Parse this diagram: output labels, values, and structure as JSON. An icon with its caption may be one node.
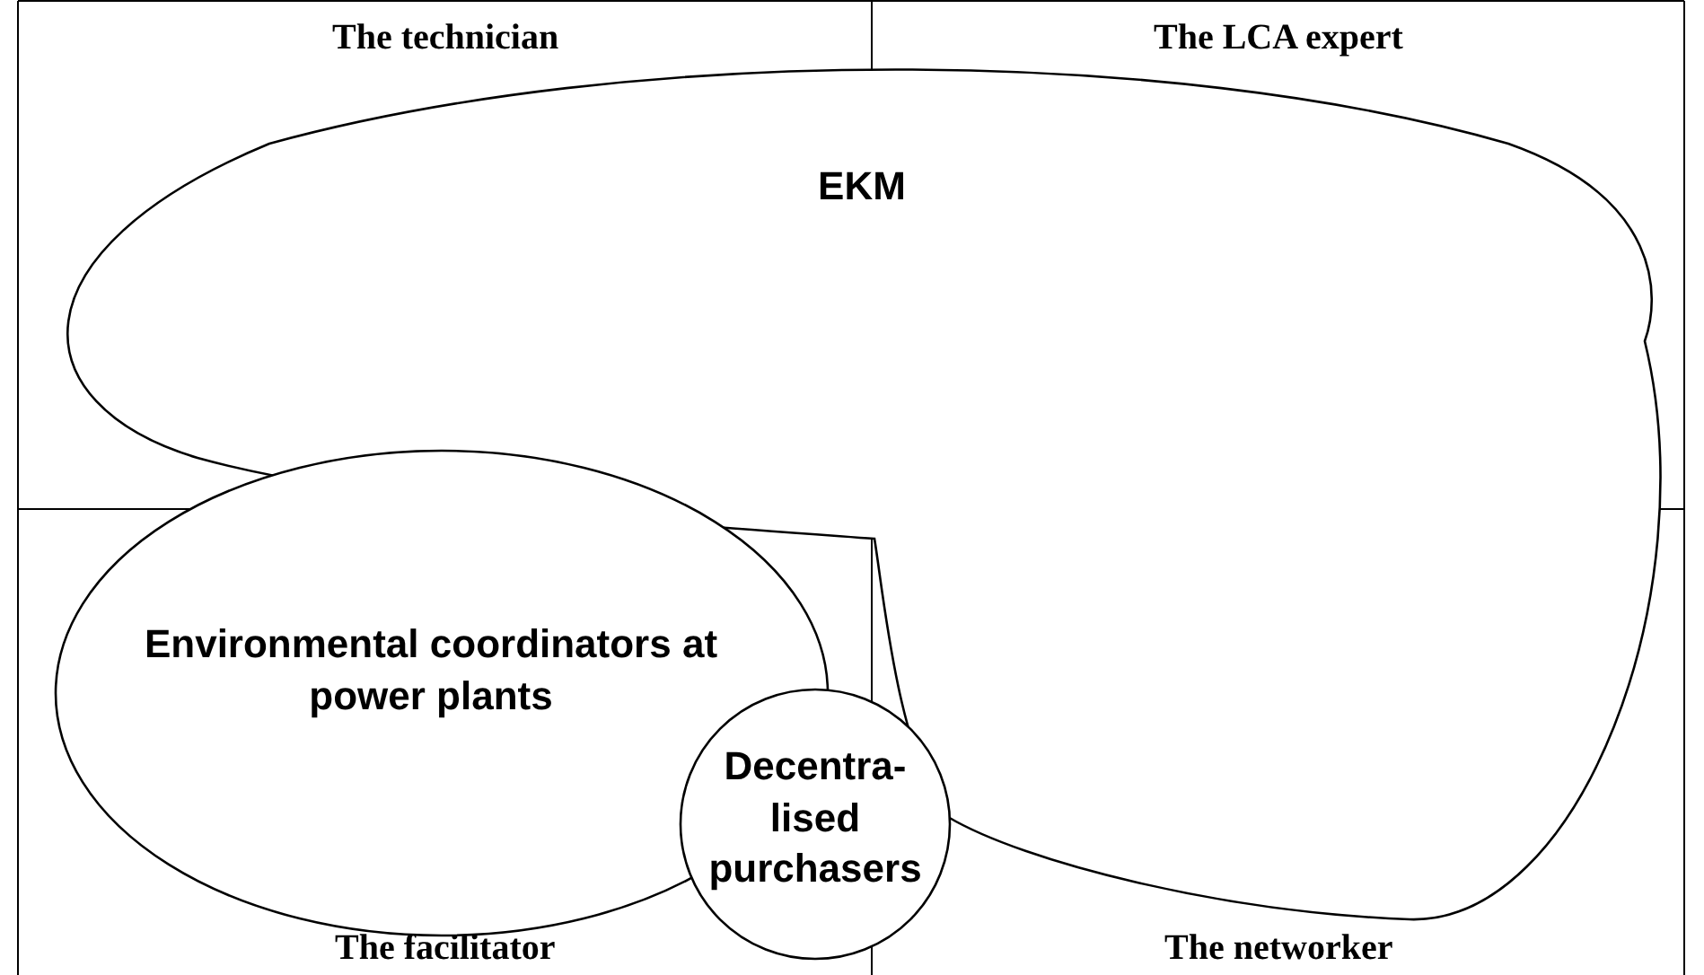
{
  "diagram": {
    "nodes": [
      {
        "text": [
          "EKM"
        ]
      },
      {
        "text": [
          "Environmental coordinators at power plants"
        ]
      },
      {
        "text": [
          "Decentra- lised purchasers"
        ]
      }
    ],
    "labels": [
      "The technician",
      "The LCA expert",
      "The facilitator",
      "The networker"
    ]
  }
}
